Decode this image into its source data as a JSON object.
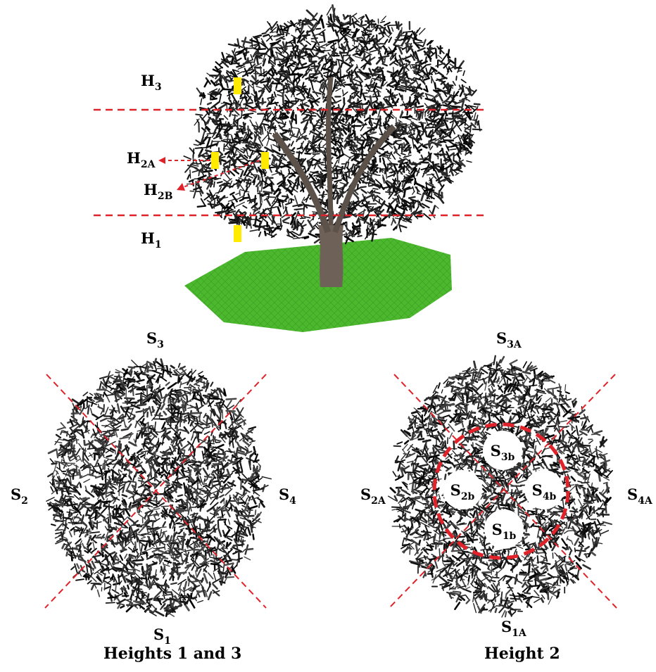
{
  "colors": {
    "divider": "#e0232b",
    "sample_marker": "#ffea00",
    "ground": "#4cb82e",
    "ground_mesh": "#2d8a1a",
    "foliage": "#111111",
    "trunk": "#6e6258"
  },
  "side_view": {
    "heights": {
      "h3": {
        "main": "H",
        "sub": "3"
      },
      "h2a": {
        "main": "H",
        "sub": "2A"
      },
      "h2b": {
        "main": "H",
        "sub": "2B"
      },
      "h1": {
        "main": "H",
        "sub": "1"
      }
    }
  },
  "top_view_left": {
    "sectors": {
      "s3": {
        "main": "S",
        "sub": "3"
      },
      "s2": {
        "main": "S",
        "sub": "2"
      },
      "s4": {
        "main": "S",
        "sub": "4"
      },
      "s1": {
        "main": "S",
        "sub": "1"
      }
    },
    "caption": "Heights 1 and 3"
  },
  "top_view_right": {
    "outer_sectors": {
      "s3a": {
        "main": "S",
        "sub": "3A"
      },
      "s2a": {
        "main": "S",
        "sub": "2A"
      },
      "s4a": {
        "main": "S",
        "sub": "4A"
      },
      "s1a": {
        "main": "S",
        "sub": "1A"
      }
    },
    "inner_sectors": {
      "s3b": {
        "main": "S",
        "sub": "3b"
      },
      "s2b": {
        "main": "S",
        "sub": "2b"
      },
      "s4b": {
        "main": "S",
        "sub": "4b"
      },
      "s1b": {
        "main": "S",
        "sub": "1b"
      }
    },
    "caption": "Height 2"
  }
}
